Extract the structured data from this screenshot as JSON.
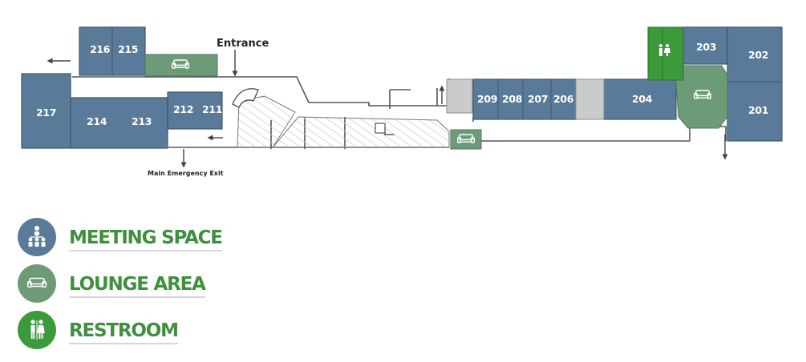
{
  "colors": {
    "meeting": "#5a7a9a",
    "lounge": "#6d9b78",
    "restroom": "#3c9a3a",
    "legend_text": "#3f8f3f",
    "stairs": "#c9ccca",
    "wall": "#555555"
  },
  "map": {
    "entrance_label": "Entrance",
    "exit_label": "Main Emergency Exit",
    "rooms": {
      "r201": "201",
      "r202": "202",
      "r203": "203",
      "r204": "204",
      "r206": "206",
      "r207": "207",
      "r208": "208",
      "r209": "209",
      "r211": "211",
      "r212": "212",
      "r213": "213",
      "r214": "214",
      "r215": "215",
      "r216": "216",
      "r217": "217"
    }
  },
  "legend": {
    "meeting": {
      "label": "MEETING SPACE",
      "icon": "meeting-people-icon"
    },
    "lounge": {
      "label": "LOUNGE AREA",
      "icon": "sofa-icon"
    },
    "restroom": {
      "label": "RESTROOM",
      "icon": "restroom-icon"
    }
  }
}
